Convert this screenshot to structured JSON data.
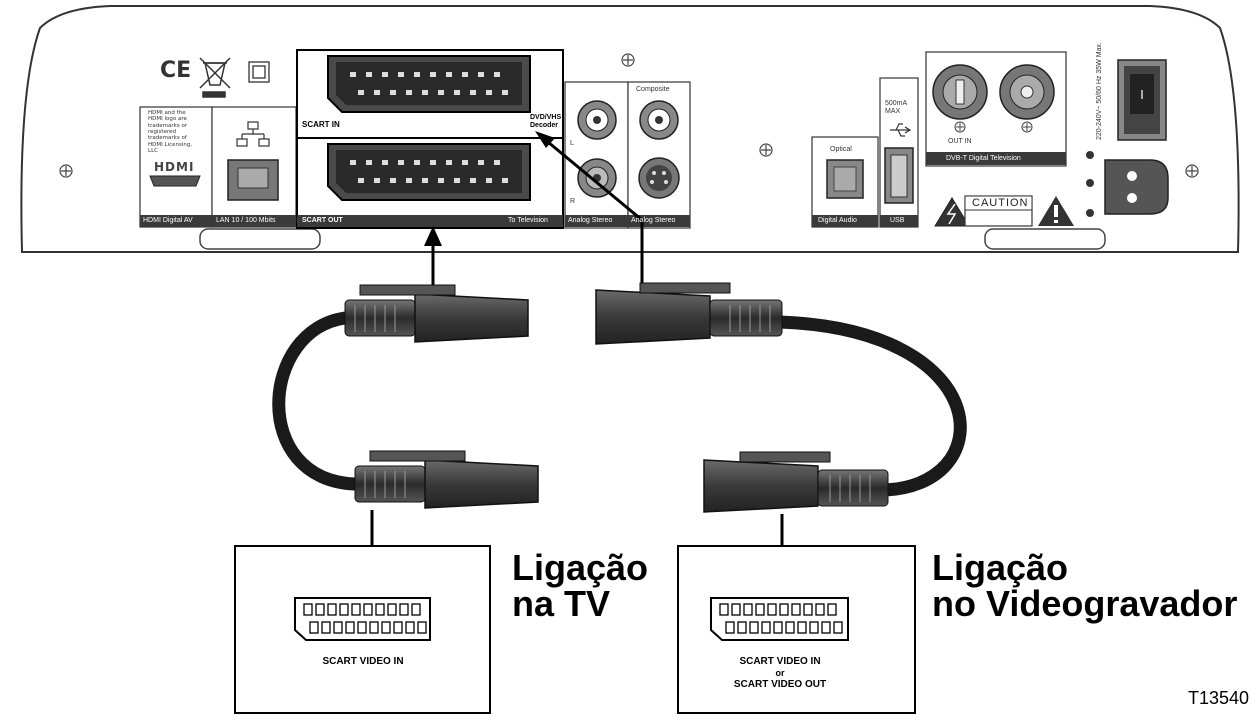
{
  "device_panel": {
    "ce_mark": "CE",
    "hdmi_notice": "HDMI and the HDMI logo are trademarks or registered trademarks of HDMI Licensing, LLC",
    "hdmi_logo": "HDMI",
    "hdmi_port_label": "HDMI Digital AV",
    "lan_port_label": "LAN 10 / 100 Mbits",
    "scart_in_label": "SCART IN",
    "dvd_vhs_label": "DVD/VHS Decoder",
    "scart_out_label": "SCART OUT",
    "to_television_label": "To Television",
    "composite_label": "Composite",
    "analog_stereo_label": "Analog Stereo",
    "audio_left": "L",
    "audio_right": "R",
    "analog_stereo_label_2": "Analog Stereo",
    "optical_label": "Optical",
    "digital_audio_label": "Digital Audio",
    "usb_rating": "500mA MAX",
    "usb_label": "USB",
    "out_in_label": "OUT IN",
    "dvbt_label": "DVB-T Digital Television",
    "caution_label": "CAUTION",
    "power_rating": "220-240V~ 50/60 Hz 35W Max."
  },
  "cables": {
    "tv_cable_icon": "scart-cable-icon",
    "vcr_cable_icon": "scart-cable-icon"
  },
  "tv_box": {
    "socket_label": "SCART VIDEO IN",
    "caption_line1": "Ligação",
    "caption_line2": "na TV"
  },
  "vcr_box": {
    "socket_label_line1": "SCART VIDEO IN",
    "socket_label_line2": "or",
    "socket_label_line3": "SCART VIDEO OUT",
    "caption_line1": "Ligação",
    "caption_line2": "no Videogravador"
  },
  "figure_id": "T13540",
  "colors": {
    "line": "#000000",
    "panel_fill": "#ffffff",
    "label_bar": "#3a3a3a",
    "cable": "#1a1a1a",
    "connector": "#3c3c3c"
  }
}
